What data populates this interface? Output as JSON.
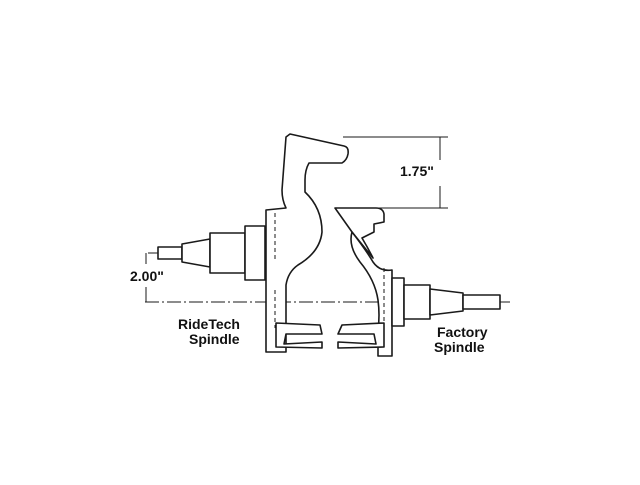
{
  "dimensions": {
    "upper_offset": "1.75\"",
    "lower_offset": "2.00\""
  },
  "labels": {
    "ridetech_line1": "RideTech",
    "ridetech_line2": "Spindle",
    "factory_line1": "Factory",
    "factory_line2": "Spindle"
  }
}
